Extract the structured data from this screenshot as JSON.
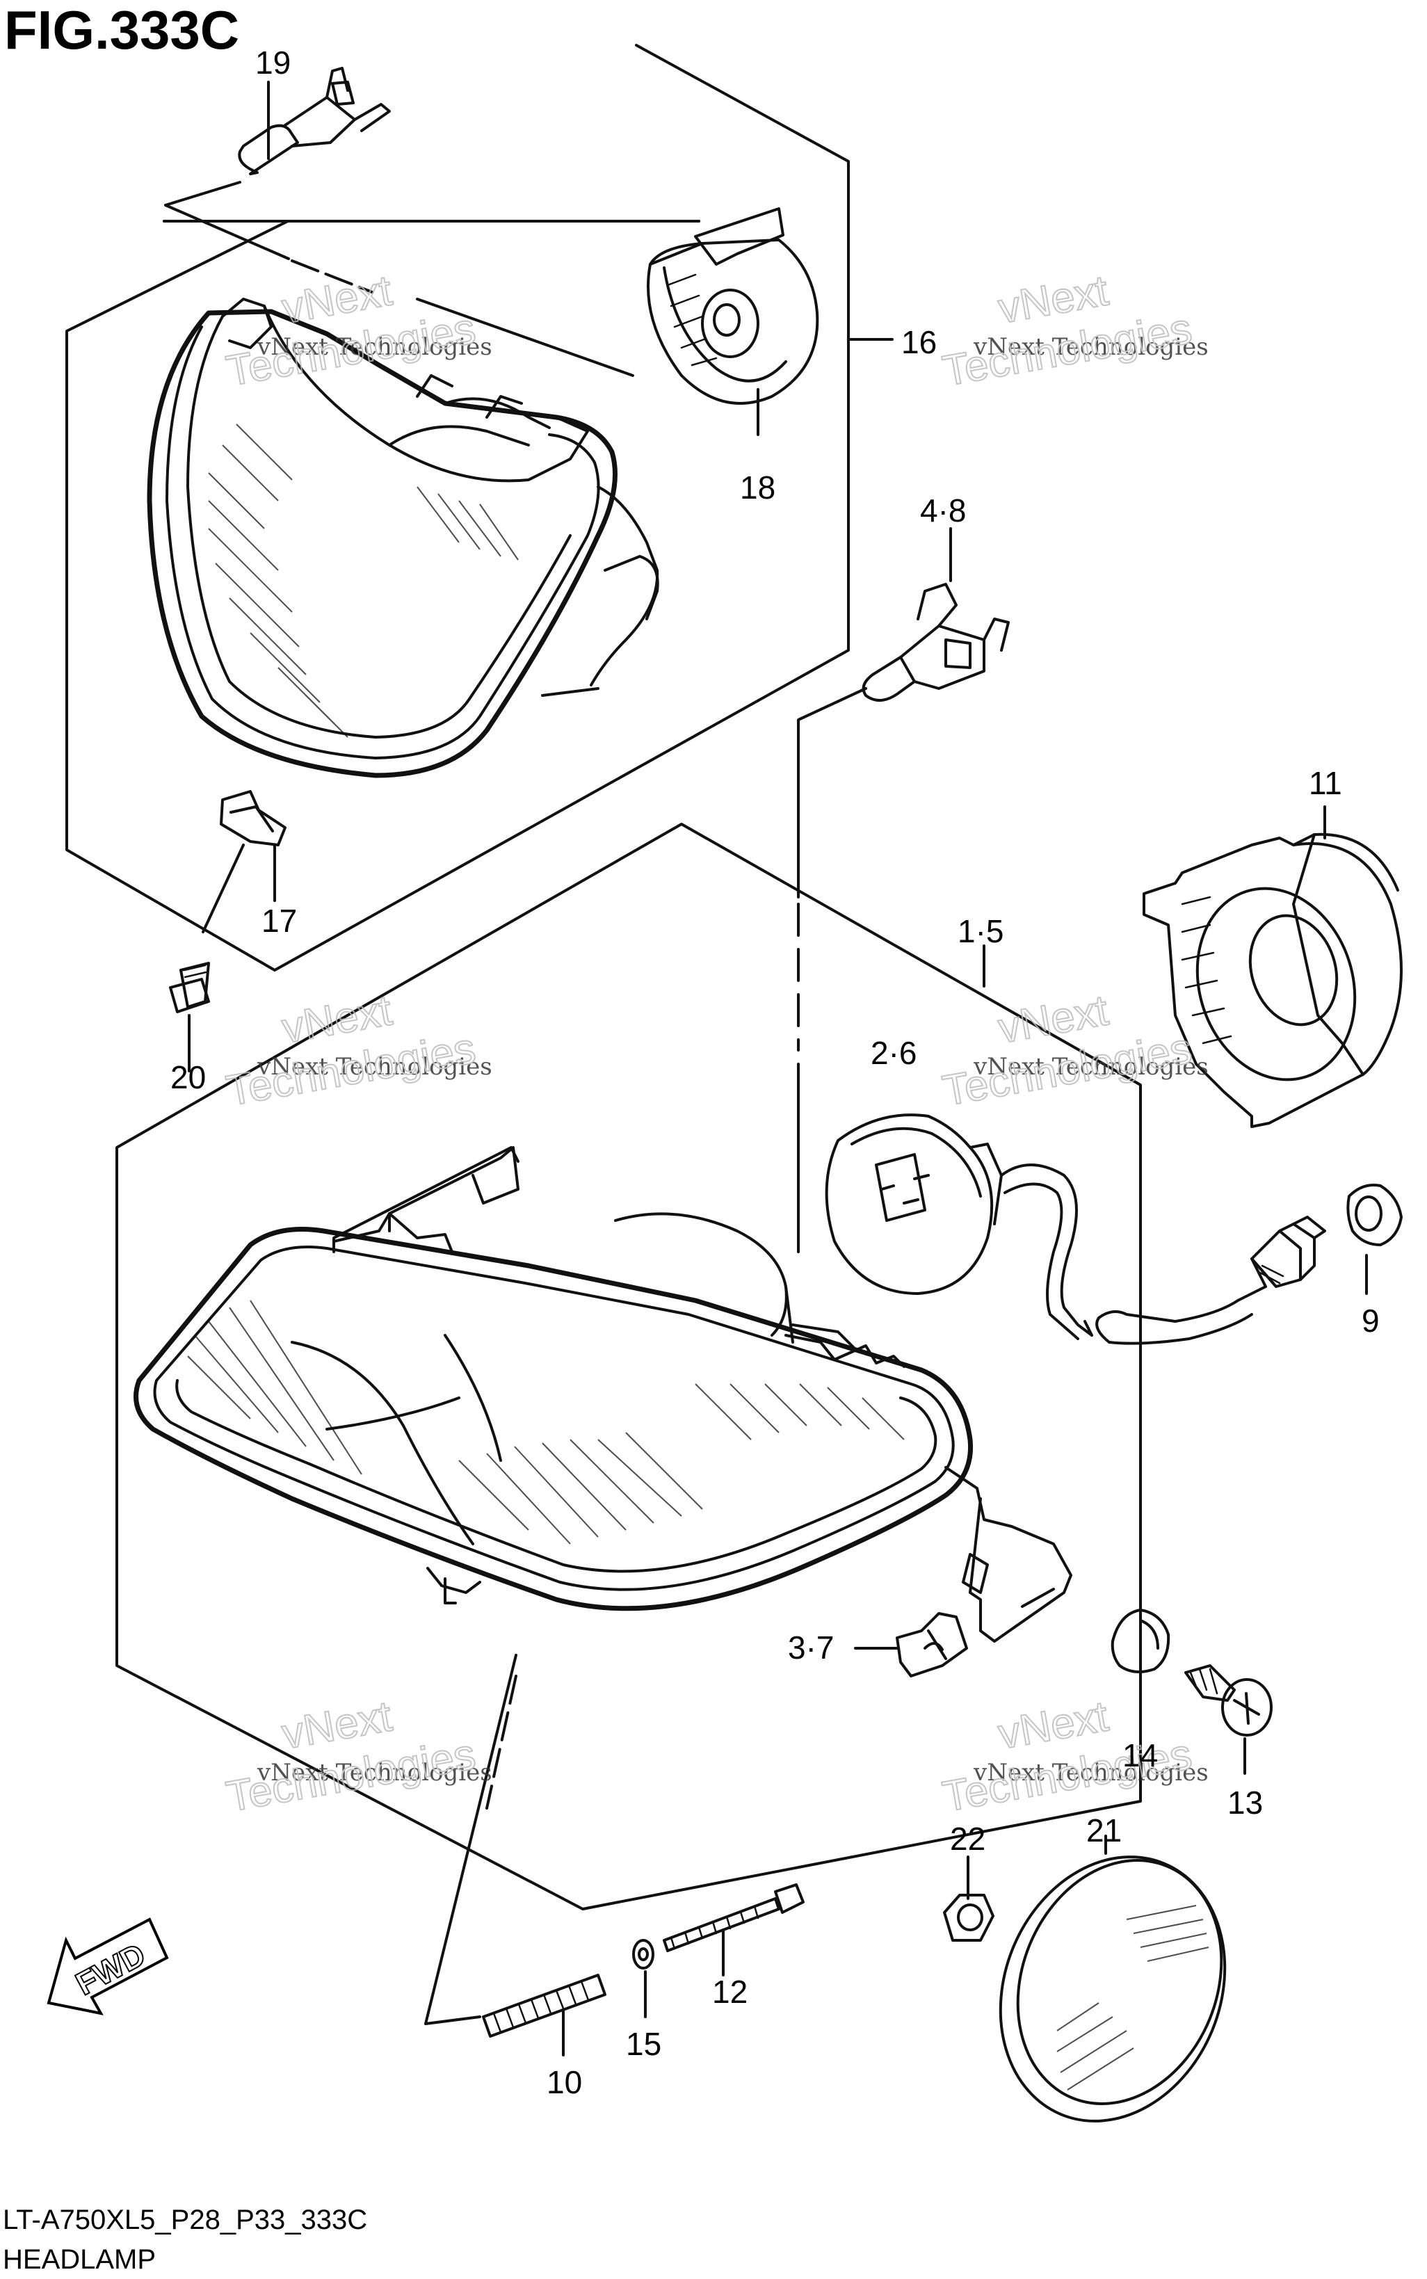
{
  "figure": {
    "title": "FIG.333C"
  },
  "footer": {
    "model_code": "LT-A750XL5_P28_P33_333C",
    "section_name": "HEADLAMP"
  },
  "direction_marker": {
    "label": "FWD",
    "icon": "fwd-arrow-icon"
  },
  "watermark": {
    "line1": "vNext Technologies",
    "line2": "vNext",
    "line3": "Technologies"
  },
  "callouts": [
    {
      "number": "19",
      "part": "bulb"
    },
    {
      "number": "16",
      "part": "upper-headlamp-group"
    },
    {
      "number": "18",
      "part": "bulb-socket-cap"
    },
    {
      "number": "4·8",
      "part": "bulb"
    },
    {
      "number": "11",
      "part": "rear-cover"
    },
    {
      "number": "17",
      "part": "clip"
    },
    {
      "number": "1·5",
      "part": "lower-headlamp-group"
    },
    {
      "number": "2·6",
      "part": "socket-and-wire"
    },
    {
      "number": "20",
      "part": "bolt"
    },
    {
      "number": "9",
      "part": "grommet"
    },
    {
      "number": "3·7",
      "part": "nut-clip"
    },
    {
      "number": "14",
      "part": "grommet"
    },
    {
      "number": "13",
      "part": "screw"
    },
    {
      "number": "22",
      "part": "nut"
    },
    {
      "number": "21",
      "part": "reflector"
    },
    {
      "number": "12",
      "part": "adjust-screw"
    },
    {
      "number": "15",
      "part": "washer"
    },
    {
      "number": "10",
      "part": "spring"
    }
  ]
}
